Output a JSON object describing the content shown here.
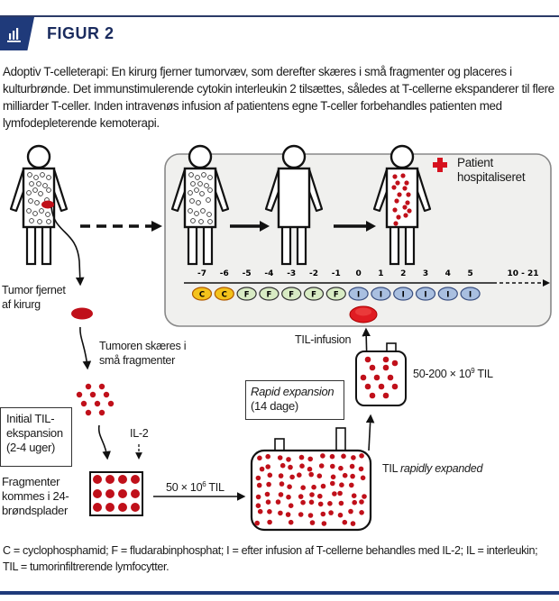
{
  "header": {
    "icon": "bar-chart-icon",
    "title": "FIGUR 2"
  },
  "caption": "Adoptiv T-celleterapi: En kirurg fjerner tumorvæv, som derefter skæres i små fragmenter og placeres i kulturbrønde. Det immunstimulerende cytokin interleukin 2 tilsættes, således at T-cellerne ekspanderer til flere milliarder T-celler. Inden intravenøs infusion af patientens egne T-celler forbehandles patienten med lymfodepleterende kemoterapi.",
  "diagram": {
    "hospital": {
      "icon": "red-cross-icon",
      "line1": "Patient",
      "line2": "hospitaliseret"
    },
    "timeline": {
      "days": [
        "-7",
        "-6",
        "-5",
        "-4",
        "-3",
        "-2",
        "-1",
        "0",
        "1",
        "2",
        "3",
        "4",
        "5"
      ],
      "range_label": "10 - 21",
      "doses": [
        {
          "day": "-7",
          "code": "C"
        },
        {
          "day": "-6",
          "code": "C"
        },
        {
          "day": "-5",
          "code": "F"
        },
        {
          "day": "-4",
          "code": "F"
        },
        {
          "day": "-3",
          "code": "F"
        },
        {
          "day": "-2",
          "code": "F"
        },
        {
          "day": "-1",
          "code": "F"
        },
        {
          "day": "0",
          "code": "I"
        },
        {
          "day": "1",
          "code": "I"
        },
        {
          "day": "2",
          "code": "I"
        },
        {
          "day": "3",
          "code": "I"
        },
        {
          "day": "4",
          "code": "I"
        },
        {
          "day": "5",
          "code": "I"
        }
      ],
      "colors": {
        "C": "#f4c21b",
        "F": "#d8ebc4",
        "I": "#a9bfe0"
      }
    },
    "tumor_removed": {
      "line1": "Tumor fjernet",
      "line2": "af kirurg"
    },
    "tumor_cut": {
      "line1": "Tumoren skæres i",
      "line2": "små fragmenter"
    },
    "initial_expansion": {
      "line1": "Initial TIL-",
      "line2": "ekspansion",
      "line3": "(2-4 uger)"
    },
    "il2": "IL-2",
    "fragments": {
      "line1": "Fragmenter",
      "line2": "kommes i 24-",
      "line3": "brøndsplader"
    },
    "transfer_count": {
      "base": "50 × 10",
      "exp": "6",
      "unit": " TIL"
    },
    "rapid_expansion": {
      "title": "Rapid expansion",
      "duration": "(14 dage)"
    },
    "rapidly_expanded": {
      "prefix": "TIL ",
      "italic": "rapidly expanded"
    },
    "final_count": {
      "base": "50-200 × 10",
      "exp": "9",
      "unit": " TIL"
    },
    "infusion": "TIL-infusion",
    "accent_red": "#c0101a"
  },
  "footnote": "C = cyclophosphamid; F = fludarabinphosphat; I = efter infusion af T-cellerne behandles med IL-2; IL = interleukin; TIL = tumorinfiltrerende lymfocytter."
}
